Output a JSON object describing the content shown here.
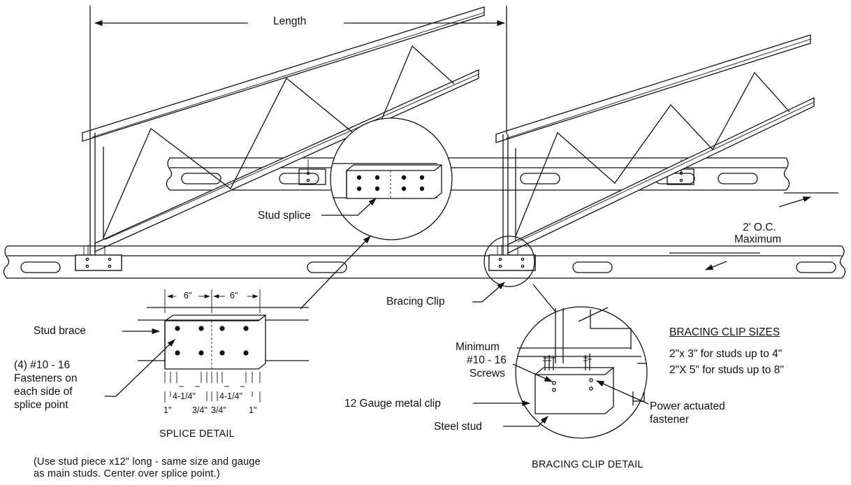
{
  "labels": {
    "length": "Length",
    "stud_splice": "Stud splice",
    "spacing_line1": "2' O.C.",
    "spacing_line2": "Maximum",
    "bracing_clip": "Bracing Clip",
    "stud_brace": "Stud brace",
    "fasteners_line1": "(4) #10 - 16",
    "fasteners_line2": "Fasteners on",
    "fasteners_line3": "each side of",
    "fasteners_line4": "splice point",
    "minimum_line1": "Minimum",
    "minimum_line2": "#10 - 16",
    "minimum_line3": "Screws",
    "metal_clip": "12 Gauge metal clip",
    "steel_stud": "Steel stud",
    "power_line1": "Power actuated",
    "power_line2": "fastener"
  },
  "splice_dimensions": {
    "top_left": "6\"",
    "top_right": "6\"",
    "mid_left": "4-1/4\"",
    "mid_right": "4-1/4\"",
    "bottom_1": "1\"",
    "bottom_2": "3/4\"",
    "bottom_3": "3/4\"",
    "bottom_4": "1\""
  },
  "captions": {
    "splice_detail": "SPLICE DETAIL",
    "splice_note_line1": "(Use stud piece x12\" long - same size and gauge",
    "splice_note_line2": "as main studs. Center over splice point.)",
    "bracing_clip_detail": "BRACING CLIP DETAIL"
  },
  "clip_sizes": {
    "heading": "BRACING CLIP SIZES",
    "rows": [
      "2\"x 3\" for studs up to 4\"",
      "2\"X 5\" for studs up to 8\""
    ]
  }
}
